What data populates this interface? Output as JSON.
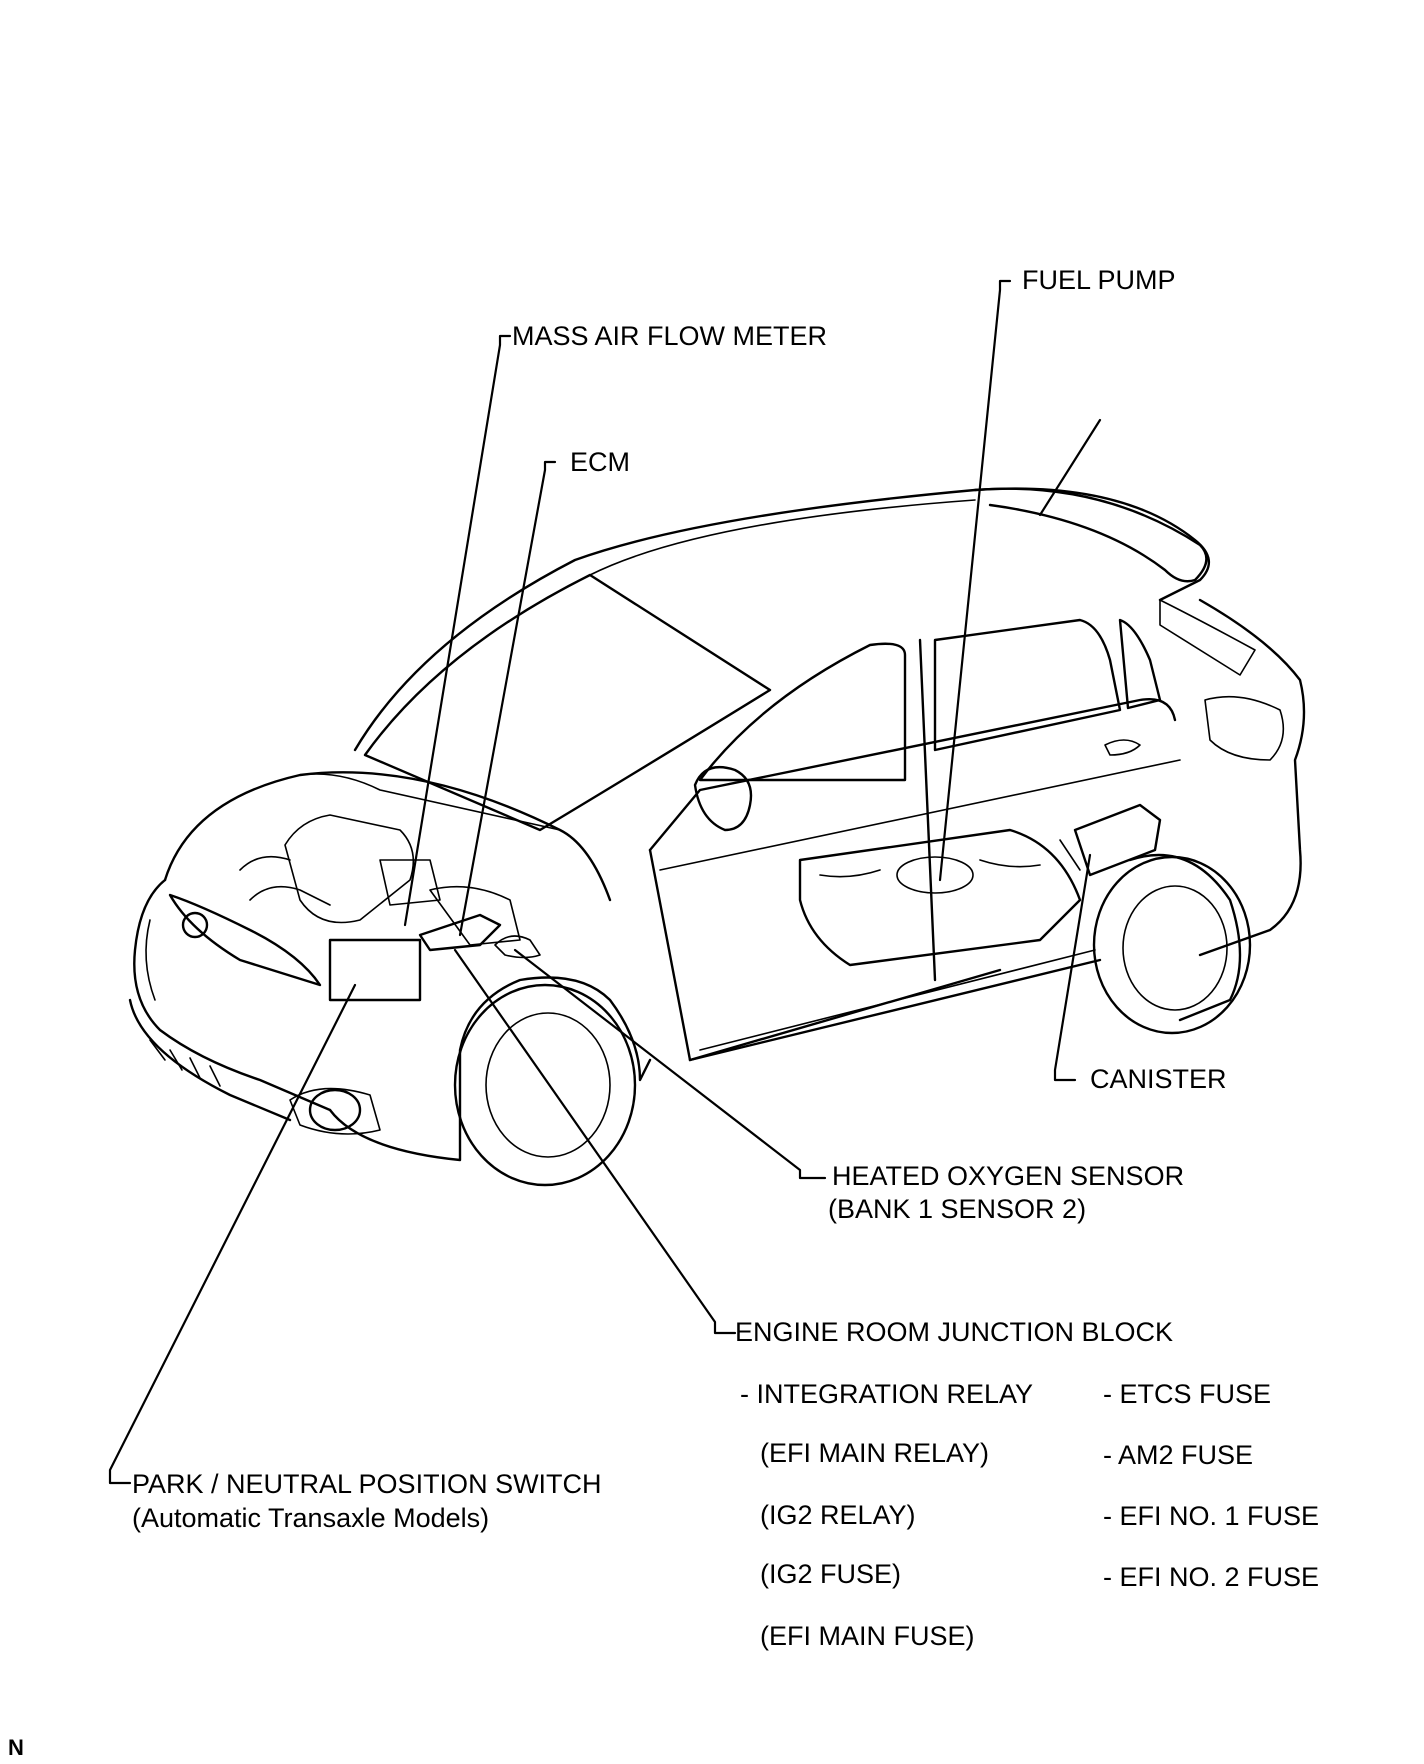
{
  "labels": {
    "fuel_pump": "FUEL PUMP",
    "mass_air_flow_meter": "MASS AIR FLOW METER",
    "ecm": "ECM",
    "canister": "CANISTER",
    "heated_oxygen_sensor": [
      "HEATED OXYGEN SENSOR",
      "(BANK 1 SENSOR 2)"
    ],
    "engine_room_junction_block": "ENGINE ROOM JUNCTION BLOCK",
    "park_neutral_switch": [
      "PARK / NEUTRAL POSITION SWITCH",
      "(Automatic Transaxle Models)"
    ]
  },
  "junction_block_items": {
    "left": [
      "- INTEGRATION RELAY",
      "(EFI MAIN RELAY)",
      "(IG2 RELAY)",
      "(IG2 FUSE)",
      "(EFI MAIN FUSE)"
    ],
    "right": [
      "- ETCS FUSE",
      "- AM2 FUSE",
      "- EFI NO. 1 FUSE",
      "- EFI NO. 2 FUSE"
    ]
  },
  "figure_code": "N"
}
